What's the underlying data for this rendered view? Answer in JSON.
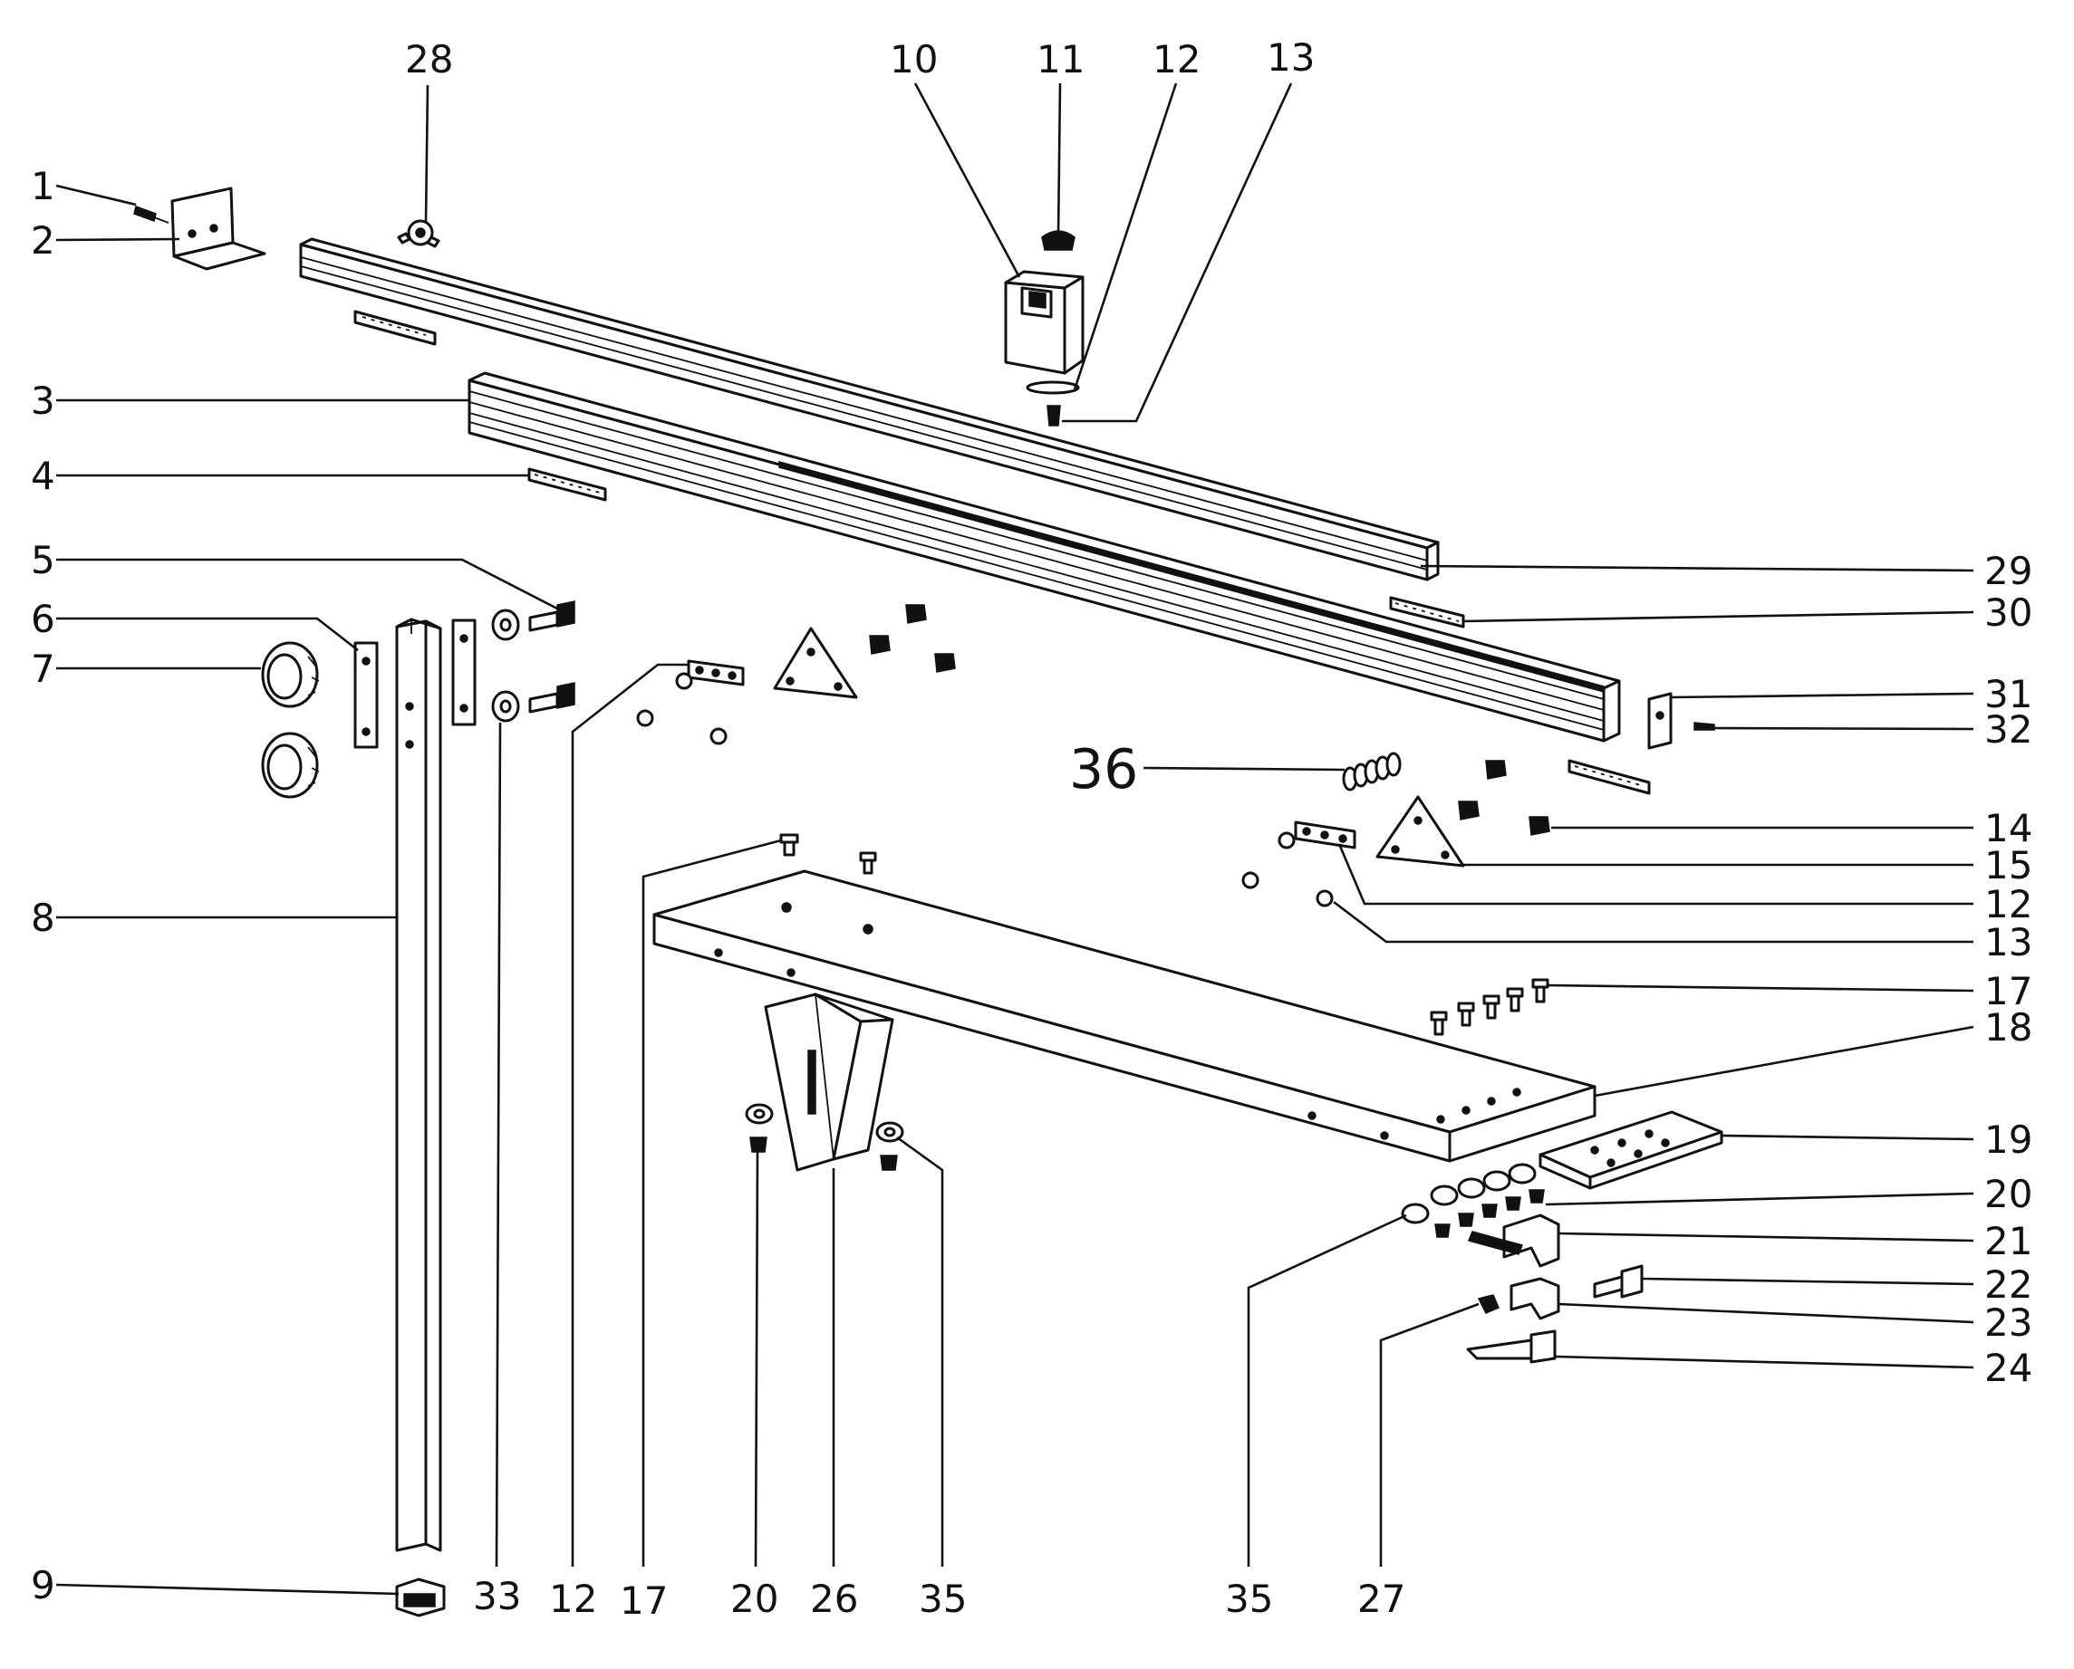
{
  "colors": {
    "ink": "#111111",
    "paper": "#ffffff"
  },
  "labels": {
    "l1": "1",
    "l2": "2",
    "l3": "3",
    "l4": "4",
    "l5": "5",
    "l6": "6",
    "l7": "7",
    "l8": "8",
    "l9": "9",
    "l10": "10",
    "l11": "11",
    "l12a": "12",
    "l13a": "13",
    "l28": "28",
    "l29": "29",
    "l30": "30",
    "l31": "31",
    "l32": "32",
    "l36": "36",
    "l14": "14",
    "l15": "15",
    "l12b": "12",
    "l13b": "13",
    "l17a": "17",
    "l18": "18",
    "l19": "19",
    "l20a": "20",
    "l21": "21",
    "l22": "22",
    "l23": "23",
    "l24": "24",
    "l33": "33",
    "l12c": "12",
    "l17b": "17",
    "l20b": "20",
    "l26": "26",
    "l35a": "35",
    "l35b": "35",
    "l27": "27"
  }
}
